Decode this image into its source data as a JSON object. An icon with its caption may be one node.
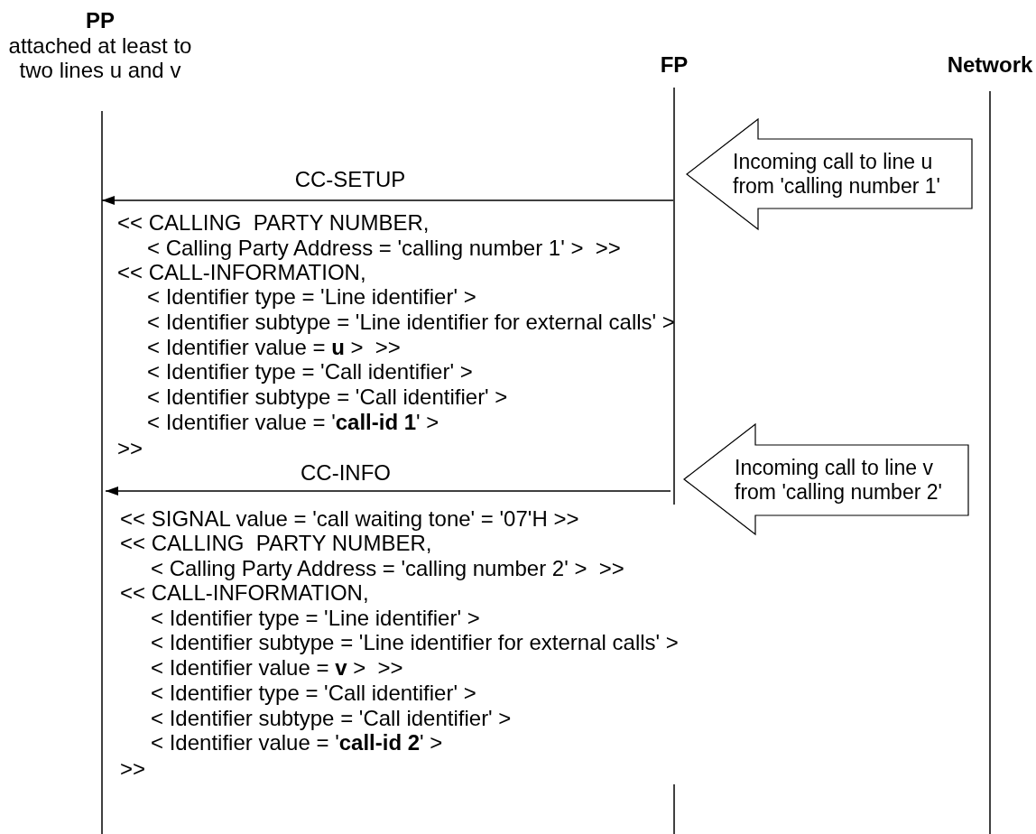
{
  "diagram": {
    "nodes": [
      {
        "text": [
          "PP",
          "attached at least to two lines u and v"
        ]
      },
      {
        "text": [
          "FP"
        ]
      },
      {
        "text": [
          "Network"
        ]
      }
    ],
    "edges": [
      {
        "from": 1,
        "to": 0,
        "arrow": "to",
        "label": "CC-SETUP"
      },
      {
        "from": 1,
        "to": 0,
        "arrow": "to",
        "label": "CC-INFO"
      },
      {
        "from": 2,
        "to": 1,
        "arrow": "to",
        "label": "Incoming call to line u from 'calling number 1'",
        "style": "thick"
      },
      {
        "from": 2,
        "to": 1,
        "arrow": "to",
        "label": "Incoming call to line v from 'calling number 2'",
        "style": "thick"
      }
    ],
    "labels": [
      "<< CALLING  PARTY NUMBER,",
      "< Calling Party Address = 'calling number 1' >  >>",
      "<< CALL-INFORMATION,",
      "< Identifier type = 'Line identifier' >",
      "< Identifier subtype = 'Line identifier for external calls' >",
      "< Identifier value = **u** >  >>",
      "< Identifier type = 'Call identifier' >",
      "< Identifier subtype = 'Call identifier' >",
      "< Identifier value = '**call-id 1**' >",
      ">>",
      "<< SIGNAL value = 'call waiting tone' = '07'H >>",
      "<< CALLING  PARTY NUMBER,",
      "< Calling Party Address = 'calling number 2' >  >>",
      "<< CALL-INFORMATION,",
      "< Identifier type = 'Line identifier' >",
      "< Identifier subtype = 'Line identifier for external calls' >",
      "< Identifier value = **v** >  >>",
      "< Identifier type = 'Call identifier' >",
      "< Identifier subtype = 'Call identifier' >",
      "< Identifier value = '**call-id 2**' >",
      ">>"
    ]
  }
}
